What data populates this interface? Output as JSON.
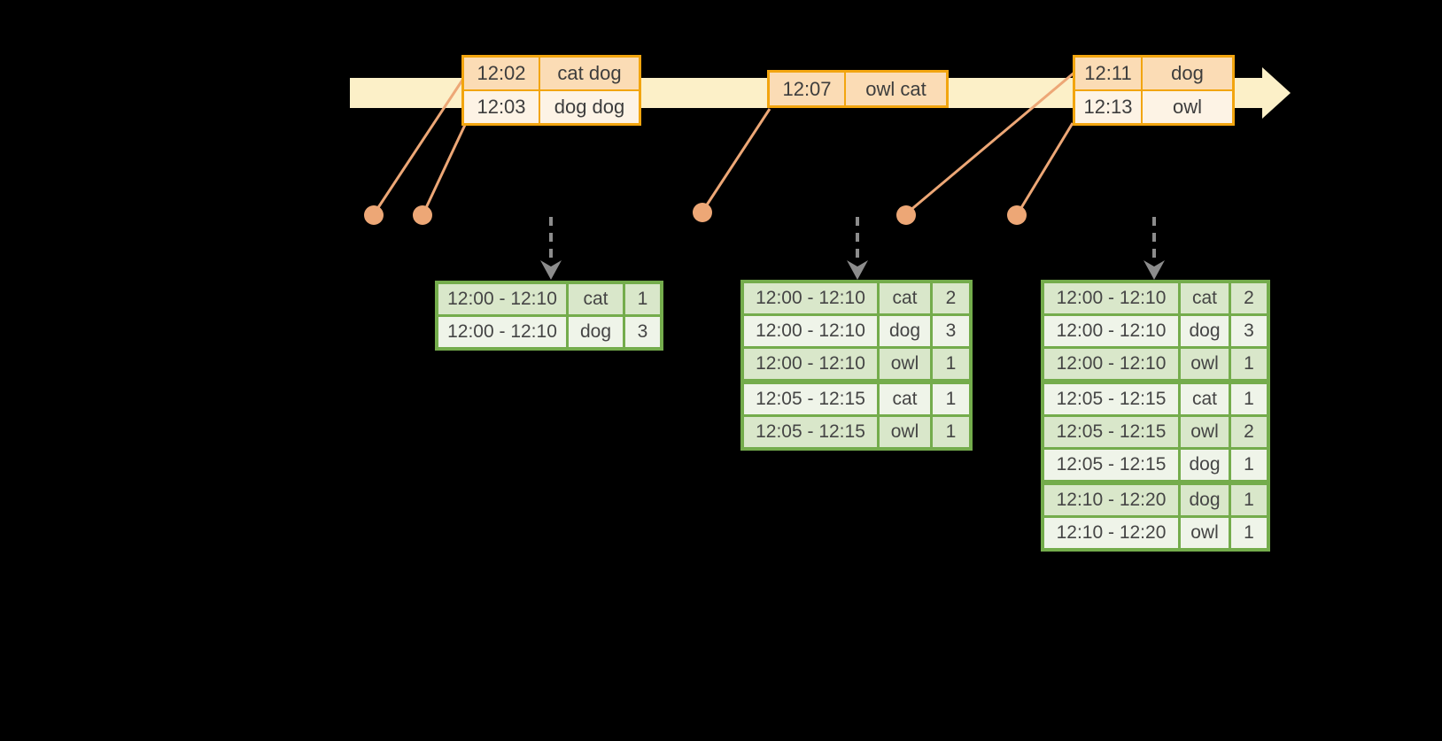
{
  "diagram": {
    "type": "windowed-streaming-word-count",
    "colors": {
      "background": "#000000",
      "timeline_fill": "#FCF0C8",
      "event_table_border": "#F2A50F",
      "event_row_dark": "#FBDCB5",
      "event_row_light": "#FDF3E5",
      "leader_line": "#EDA776",
      "trigger_arrow": "#8C8C8C",
      "result_table_border": "#74AC4C",
      "result_row_dark": "#D9E7CA",
      "result_row_light": "#EFF4E9",
      "text": "#3d3d3d"
    },
    "icons": {
      "timeline_arrow": "→",
      "trigger_arrow": "↓",
      "event_dot": "●"
    },
    "timeline_events": [
      {
        "rows": [
          {
            "time": "12:02",
            "words": "cat dog"
          },
          {
            "time": "12:03",
            "words": "dog dog"
          }
        ]
      },
      {
        "rows": [
          {
            "time": "12:07",
            "words": "owl cat"
          }
        ]
      },
      {
        "rows": [
          {
            "time": "12:11",
            "words": "dog"
          },
          {
            "time": "12:13",
            "words": "owl"
          }
        ]
      }
    ],
    "result_tables": [
      {
        "rows": [
          {
            "window": "12:00 - 12:10",
            "word": "cat",
            "count": "1"
          },
          {
            "window": "12:00 - 12:10",
            "word": "dog",
            "count": "3"
          }
        ]
      },
      {
        "rows": [
          {
            "window": "12:00 - 12:10",
            "word": "cat",
            "count": "2"
          },
          {
            "window": "12:00 - 12:10",
            "word": "dog",
            "count": "3"
          },
          {
            "window": "12:00 - 12:10",
            "word": "owl",
            "count": "1"
          },
          {
            "window": "12:05 - 12:15",
            "word": "cat",
            "count": "1"
          },
          {
            "window": "12:05 - 12:15",
            "word": "owl",
            "count": "1"
          }
        ]
      },
      {
        "rows": [
          {
            "window": "12:00 - 12:10",
            "word": "cat",
            "count": "2"
          },
          {
            "window": "12:00 - 12:10",
            "word": "dog",
            "count": "3"
          },
          {
            "window": "12:00 - 12:10",
            "word": "owl",
            "count": "1"
          },
          {
            "window": "12:05 - 12:15",
            "word": "cat",
            "count": "1"
          },
          {
            "window": "12:05 - 12:15",
            "word": "owl",
            "count": "2"
          },
          {
            "window": "12:05 - 12:15",
            "word": "dog",
            "count": "1"
          },
          {
            "window": "12:10 - 12:20",
            "word": "dog",
            "count": "1"
          },
          {
            "window": "12:10 - 12:20",
            "word": "owl",
            "count": "1"
          }
        ]
      }
    ]
  }
}
